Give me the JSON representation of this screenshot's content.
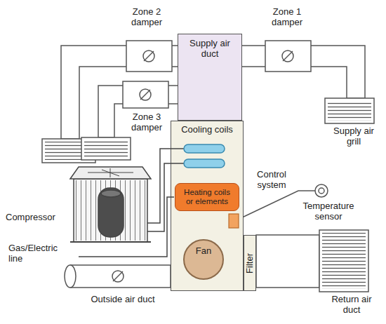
{
  "diagram": {
    "nodes": [
      {
        "text": [
          "Supply air duct"
        ]
      },
      {
        "text": [
          "Cooling coils"
        ]
      },
      {
        "text": [
          "Heating coils or elements"
        ],
        "in": 1
      },
      {
        "text": [
          "Fan"
        ],
        "in": 1
      },
      {
        "text": [
          "Filter"
        ]
      }
    ],
    "labels": [
      "Zone 2 damper",
      "Zone 1 damper",
      "Zone 3 damper",
      "Supply air grill",
      "Control system",
      "Temperature sensor",
      "Compressor",
      "Gas/Electric line",
      "Return air duct",
      "Outside air duct"
    ]
  }
}
